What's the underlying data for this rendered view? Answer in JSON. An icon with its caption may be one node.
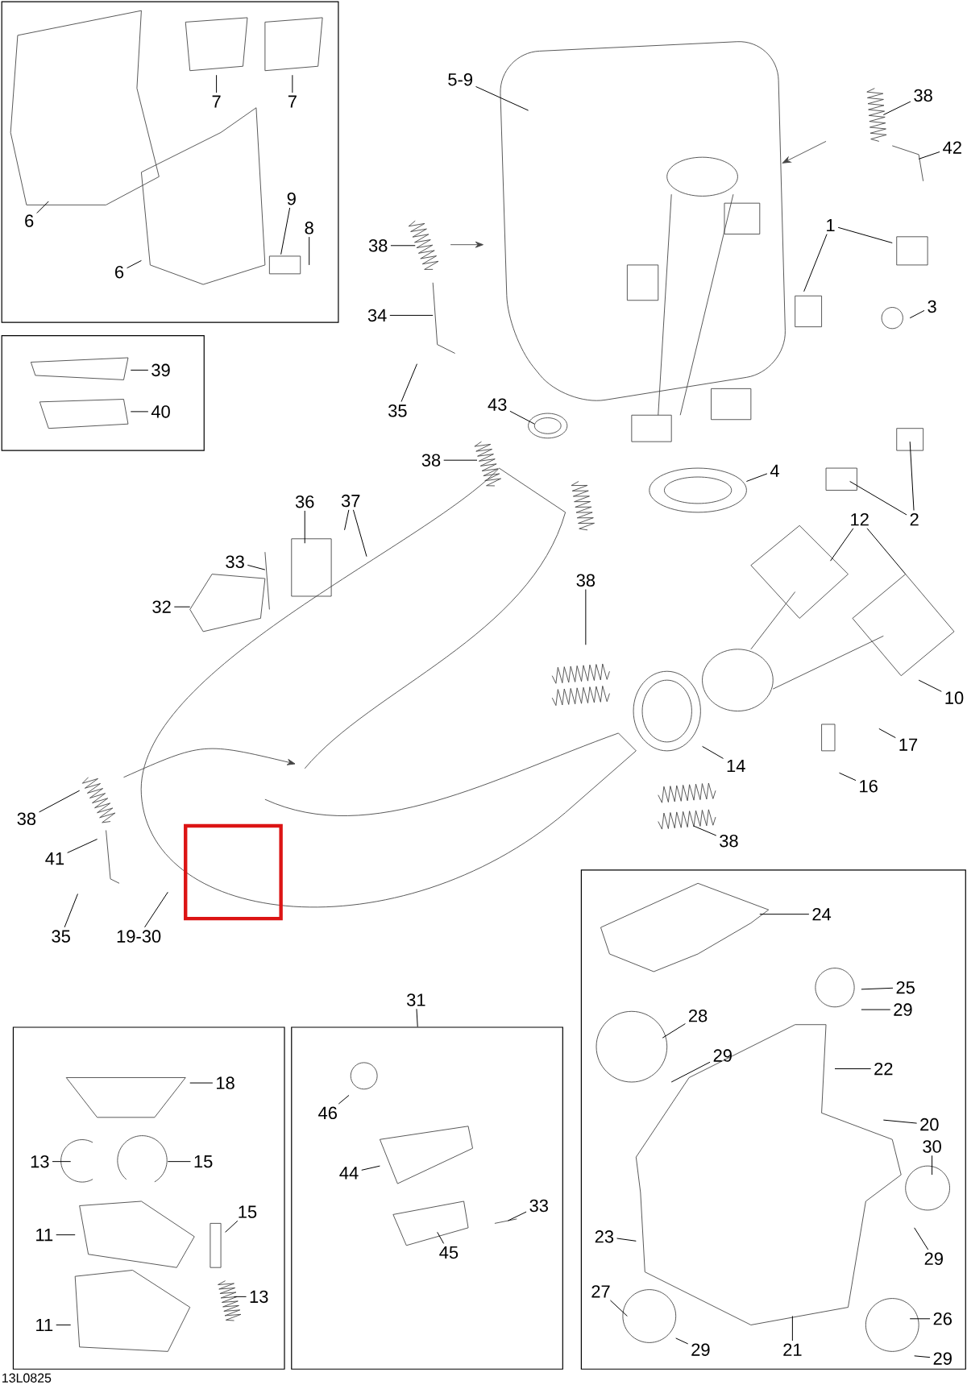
{
  "diagram": {
    "nodes": [
      {
        "text": [],
        "shape": "box"
      },
      {
        "text": [
          "7"
        ],
        "in": 0
      },
      {
        "text": [
          "7"
        ],
        "in": 0
      },
      {
        "text": [
          "6"
        ],
        "in": 0
      },
      {
        "text": [
          "6"
        ],
        "in": 0
      },
      {
        "text": [
          "9"
        ],
        "in": 0
      },
      {
        "text": [
          "8"
        ],
        "in": 0
      },
      {
        "text": [],
        "shape": "box"
      },
      {
        "text": [
          "39"
        ],
        "in": 7
      },
      {
        "text": [
          "40"
        ],
        "in": 7
      },
      {
        "text": [
          "5-9"
        ]
      },
      {
        "text": [
          "38"
        ]
      },
      {
        "text": [
          "42"
        ]
      },
      {
        "text": [
          "1"
        ]
      },
      {
        "text": [
          "3"
        ]
      },
      {
        "text": [
          "38"
        ]
      },
      {
        "text": [
          "34"
        ]
      },
      {
        "text": [
          "35"
        ]
      },
      {
        "text": [
          "43"
        ]
      },
      {
        "text": [
          "38"
        ]
      },
      {
        "text": [
          "4"
        ]
      },
      {
        "text": [
          "36"
        ]
      },
      {
        "text": [
          "37"
        ]
      },
      {
        "text": [
          "12"
        ]
      },
      {
        "text": [
          "2"
        ]
      },
      {
        "text": [
          "33"
        ]
      },
      {
        "text": [
          "32"
        ]
      },
      {
        "text": [
          "38"
        ]
      },
      {
        "text": [
          "10"
        ]
      },
      {
        "text": [
          "17"
        ]
      },
      {
        "text": [
          "14"
        ]
      },
      {
        "text": [
          "16"
        ]
      },
      {
        "text": [
          "38"
        ]
      },
      {
        "text": [
          "38"
        ]
      },
      {
        "text": [
          "41"
        ]
      },
      {
        "text": [
          "35"
        ]
      },
      {
        "text": [
          "19-30"
        ]
      },
      {
        "text": [
          "31"
        ]
      },
      {
        "text": [],
        "shape": "box"
      },
      {
        "text": [
          "18"
        ],
        "in": 38
      },
      {
        "text": [
          "13"
        ],
        "in": 38
      },
      {
        "text": [
          "15"
        ],
        "in": 38
      },
      {
        "text": [
          "15"
        ],
        "in": 38
      },
      {
        "text": [
          "11"
        ],
        "in": 38
      },
      {
        "text": [
          "13"
        ],
        "in": 38
      },
      {
        "text": [
          "11"
        ],
        "in": 38
      },
      {
        "text": [],
        "shape": "box"
      },
      {
        "text": [
          "46"
        ],
        "in": 46
      },
      {
        "text": [
          "44"
        ],
        "in": 46
      },
      {
        "text": [
          "33"
        ],
        "in": 46
      },
      {
        "text": [
          "45"
        ],
        "in": 46
      },
      {
        "text": [],
        "shape": "box"
      },
      {
        "text": [
          "24"
        ],
        "in": 51
      },
      {
        "text": [
          "25"
        ],
        "in": 51
      },
      {
        "text": [
          "29"
        ],
        "in": 51
      },
      {
        "text": [
          "28"
        ],
        "in": 51
      },
      {
        "text": [
          "29"
        ],
        "in": 51
      },
      {
        "text": [
          "22"
        ],
        "in": 51
      },
      {
        "text": [
          "20"
        ],
        "in": 51
      },
      {
        "text": [
          "30"
        ],
        "in": 51
      },
      {
        "text": [
          "23"
        ],
        "in": 51
      },
      {
        "text": [
          "29"
        ],
        "in": 51
      },
      {
        "text": [
          "27"
        ],
        "in": 51
      },
      {
        "text": [
          "29"
        ],
        "in": 51
      },
      {
        "text": [
          "21"
        ],
        "in": 51
      },
      {
        "text": [
          "26"
        ],
        "in": 51
      },
      {
        "text": [
          "29"
        ],
        "in": 51
      }
    ],
    "edges": [
      {
        "from": 1,
        "to": null,
        "arrow": "none"
      },
      {
        "from": 2,
        "to": null,
        "arrow": "none"
      },
      {
        "from": 3,
        "to": null,
        "arrow": "none"
      },
      {
        "from": 4,
        "to": null,
        "arrow": "none"
      },
      {
        "from": 5,
        "to": null,
        "arrow": "none"
      },
      {
        "from": 6,
        "to": null,
        "arrow": "none"
      },
      {
        "from": 8,
        "to": null,
        "arrow": "none"
      },
      {
        "from": 9,
        "to": null,
        "arrow": "none"
      },
      {
        "from": 10,
        "to": null,
        "arrow": "none"
      },
      {
        "from": 11,
        "to": null,
        "arrow": "none"
      },
      {
        "from": 12,
        "to": null,
        "arrow": "none"
      },
      {
        "from": 13,
        "to": null,
        "arrow": "none"
      },
      {
        "from": 13,
        "to": null,
        "arrow": "none"
      },
      {
        "from": 14,
        "to": null,
        "arrow": "none"
      },
      {
        "from": 15,
        "to": null,
        "arrow": "none"
      },
      {
        "from": 16,
        "to": null,
        "arrow": "none"
      },
      {
        "from": 17,
        "to": null,
        "arrow": "none"
      },
      {
        "from": 18,
        "to": null,
        "arrow": "none"
      },
      {
        "from": 19,
        "to": null,
        "arrow": "none"
      },
      {
        "from": 20,
        "to": null,
        "arrow": "none"
      },
      {
        "from": 21,
        "to": null,
        "arrow": "none"
      },
      {
        "from": 22,
        "to": null,
        "arrow": "none"
      },
      {
        "from": 22,
        "to": null,
        "arrow": "none"
      },
      {
        "from": 23,
        "to": null,
        "arrow": "none"
      },
      {
        "from": 23,
        "to": null,
        "arrow": "none"
      },
      {
        "from": 24,
        "to": null,
        "arrow": "none"
      },
      {
        "from": 24,
        "to": null,
        "arrow": "none"
      },
      {
        "from": 25,
        "to": null,
        "arrow": "none"
      },
      {
        "from": 26,
        "to": null,
        "arrow": "none"
      },
      {
        "from": 27,
        "to": null,
        "arrow": "none"
      },
      {
        "from": 28,
        "to": null,
        "arrow": "none"
      },
      {
        "from": 29,
        "to": null,
        "arrow": "none"
      },
      {
        "from": 30,
        "to": null,
        "arrow": "none"
      },
      {
        "from": 31,
        "to": null,
        "arrow": "none"
      },
      {
        "from": 32,
        "to": null,
        "arrow": "none"
      },
      {
        "from": 33,
        "to": null,
        "arrow": "none"
      },
      {
        "from": 34,
        "to": null,
        "arrow": "none"
      },
      {
        "from": 35,
        "to": null,
        "arrow": "none"
      },
      {
        "from": 36,
        "to": null,
        "arrow": "none"
      },
      {
        "from": 37,
        "to": 46,
        "arrow": "none"
      },
      {
        "from": 39,
        "to": null,
        "arrow": "none"
      },
      {
        "from": 40,
        "to": null,
        "arrow": "none"
      },
      {
        "from": 41,
        "to": null,
        "arrow": "none"
      },
      {
        "from": 42,
        "to": null,
        "arrow": "none"
      },
      {
        "from": 43,
        "to": null,
        "arrow": "none"
      },
      {
        "from": 44,
        "to": null,
        "arrow": "none"
      },
      {
        "from": 45,
        "to": null,
        "arrow": "none"
      },
      {
        "from": 47,
        "to": null,
        "arrow": "none"
      },
      {
        "from": 48,
        "to": null,
        "arrow": "none"
      },
      {
        "from": 49,
        "to": null,
        "arrow": "none"
      },
      {
        "from": 50,
        "to": null,
        "arrow": "none"
      },
      {
        "from": 52,
        "to": null,
        "arrow": "none"
      },
      {
        "from": 53,
        "to": null,
        "arrow": "none"
      },
      {
        "from": 54,
        "to": null,
        "arrow": "none"
      },
      {
        "from": 55,
        "to": null,
        "arrow": "none"
      },
      {
        "from": 56,
        "to": null,
        "arrow": "none"
      },
      {
        "from": 57,
        "to": null,
        "arrow": "none"
      },
      {
        "from": 58,
        "to": null,
        "arrow": "none"
      },
      {
        "from": 59,
        "to": null,
        "arrow": "none"
      },
      {
        "from": 60,
        "to": null,
        "arrow": "none"
      },
      {
        "from": 61,
        "to": null,
        "arrow": "none"
      },
      {
        "from": 62,
        "to": null,
        "arrow": "none"
      },
      {
        "from": 63,
        "to": null,
        "arrow": "none"
      },
      {
        "from": 64,
        "to": null,
        "arrow": "none"
      },
      {
        "from": 65,
        "to": null,
        "arrow": "none"
      },
      {
        "from": 66,
        "to": null,
        "arrow": "none"
      }
    ],
    "labels": [
      "13L0825"
    ]
  }
}
